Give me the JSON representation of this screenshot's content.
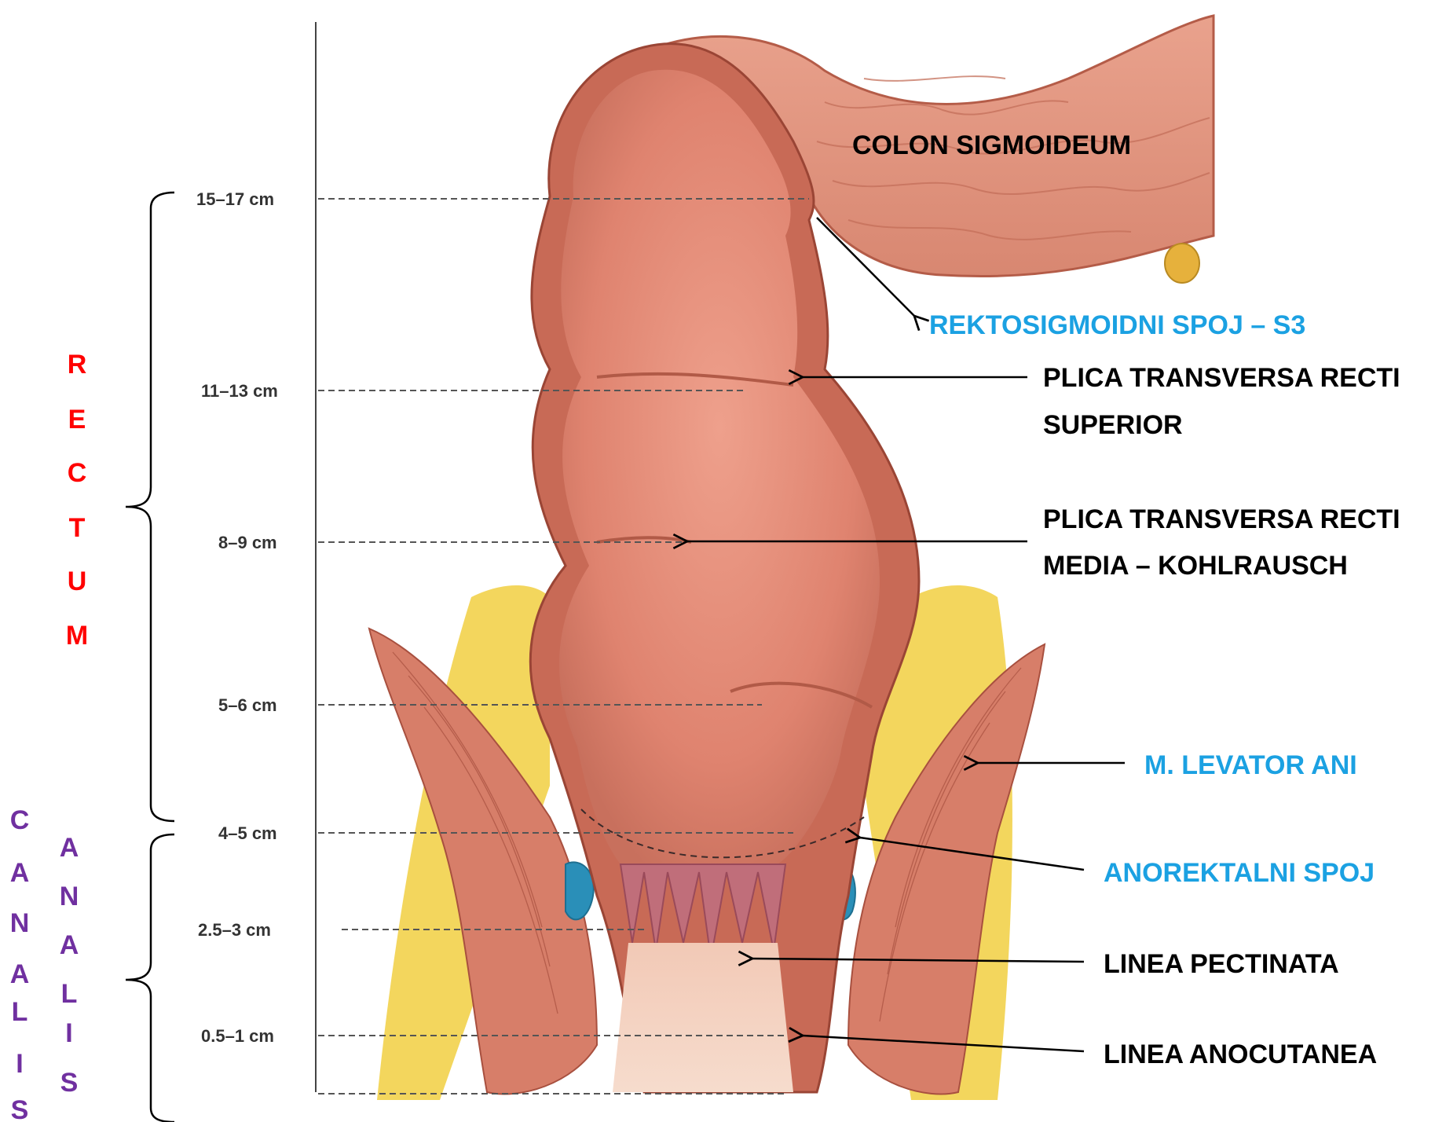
{
  "colors": {
    "black": "#000000",
    "blue": "#1ba1e2",
    "red": "#ff0000",
    "purple": "#7030a0",
    "tissue": "#e58d7a",
    "wall": "#d9826e",
    "fat": "#f2d24b",
    "vein": "#2a8fb8"
  },
  "distances": [
    "15–17 cm",
    "11–13 cm",
    "8–9 cm",
    "5–6 cm",
    "4–5 cm",
    "2.5–3 cm",
    "0.5–1 cm"
  ],
  "labels": {
    "colon_sigmoideum": "COLON SIGMOIDEUM",
    "rektosigmoidni_spoj": "REKTOSIGMOIDNI SPOJ – S3",
    "plica_superior_1": "PLICA TRANSVERSA RECTI",
    "plica_superior_2": "SUPERIOR",
    "plica_media_1": "PLICA TRANSVERSA RECTI",
    "plica_media_2": "MEDIA – KOHLRAUSCH",
    "levator_ani": "M. LEVATOR ANI",
    "anorektalni_spoj": "ANOREKTALNI SPOJ",
    "linea_pectinata": "LINEA PECTINATA",
    "linea_anocutanea": "LINEA ANOCUTANEA"
  },
  "vertical_labels": {
    "rectum": [
      "R",
      "E",
      "C",
      "T",
      "U",
      "M"
    ],
    "canalis_left": [
      "C",
      "A",
      "N",
      "A",
      "L",
      "I",
      "S"
    ],
    "analis_right": [
      "A",
      "N",
      "A",
      "L",
      "I",
      "S"
    ]
  }
}
